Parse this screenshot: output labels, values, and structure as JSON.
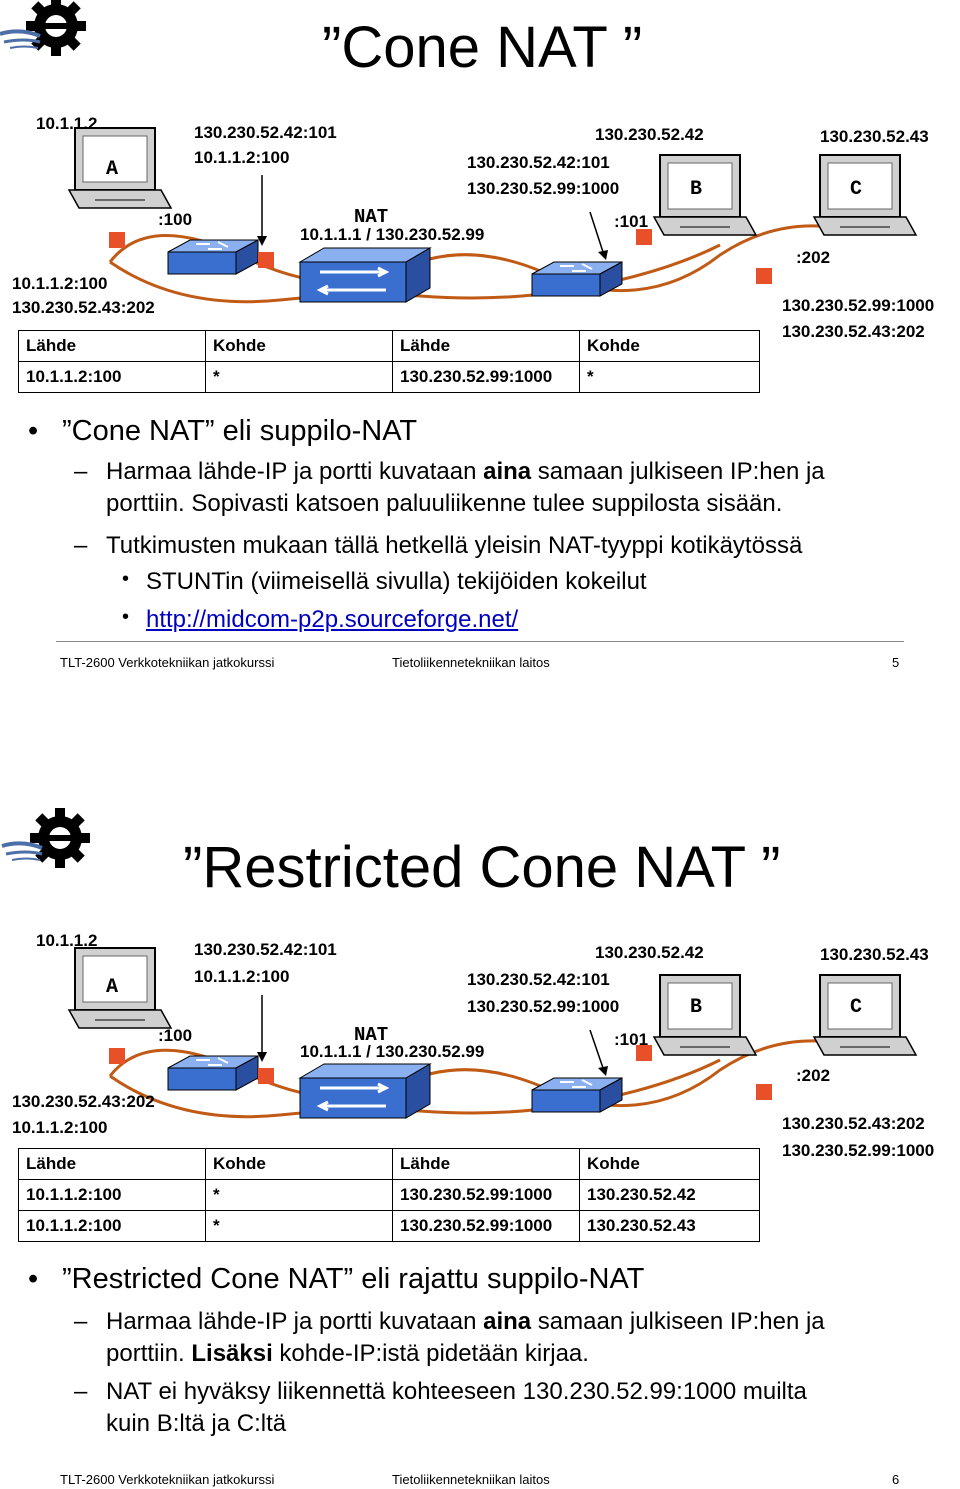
{
  "slides": [
    {
      "title": "Cone NAT",
      "labels": {
        "a_ip": "10.1.1.2",
        "a_pc": "A",
        "a_port": ":100",
        "a_map1": "10.1.1.2:100",
        "a_map2": "130.230.52.43:202",
        "pkt_out1": "130.230.52.42:101",
        "pkt_out2": "10.1.1.2:100",
        "nat_name": "NAT",
        "nat_addr": "10.1.1.1 / 130.230.52.99",
        "pkt_b1": "130.230.52.42:101",
        "pkt_b2": "130.230.52.99:1000",
        "b_ip": "130.230.52.42",
        "b_pc": "B",
        "b_port": ":101",
        "c_ip": "130.230.52.43",
        "c_pc": "C",
        "c_port": ":202",
        "c_map1": "130.230.52.99:1000",
        "c_map2": "130.230.52.43:202"
      },
      "table": {
        "headers": [
          "Lähde",
          "Kohde",
          "Lähde",
          "Kohde"
        ],
        "rows": [
          [
            "10.1.1.2:100",
            "*",
            "130.230.52.99:1000",
            "*"
          ]
        ]
      },
      "bullet": "Cone NAT eli suppilo-NAT",
      "sub1_pre": "Harmaa lähde-IP ja portti kuvataan ",
      "sub1_bold": "aina",
      "sub1_post": " samaan julkiseen IP:hen ja",
      "sub1_line2": "porttiin. Sopivasti katsoen paluuliikenne tulee suppilosta sisään.",
      "sub2": "Tutkimusten mukaan tällä hetkellä yleisin NAT-tyyppi kotikäytössä",
      "subsub1": "STUNTin (viimeisellä sivulla) tekijöiden kokeilut",
      "link": "http://midcom-p2p.sourceforge.net/",
      "footer_left": "TLT-2600 Verkkotekniikan jatkokurssi",
      "footer_mid": "Tietoliikennetekniikan laitos",
      "page": "5"
    },
    {
      "title": "Restricted Cone NAT",
      "labels": {
        "a_ip": "10.1.1.2",
        "a_pc": "A",
        "a_port": ":100",
        "a_map1": "130.230.52.43:202",
        "a_map2": "10.1.1.2:100",
        "pkt_out1": "130.230.52.42:101",
        "pkt_out2": "10.1.1.2:100",
        "nat_name": "NAT",
        "nat_addr": "10.1.1.1 / 130.230.52.99",
        "pkt_b1": "130.230.52.42:101",
        "pkt_b2": "130.230.52.99:1000",
        "b_ip": "130.230.52.42",
        "b_pc": "B",
        "b_port": ":101",
        "c_ip": "130.230.52.43",
        "c_pc": "C",
        "c_port": ":202",
        "c_map1": "130.230.52.43:202",
        "c_map2": "130.230.52.99:1000"
      },
      "table": {
        "headers": [
          "Lähde",
          "Kohde",
          "Lähde",
          "Kohde"
        ],
        "rows": [
          [
            "10.1.1.2:100",
            "*",
            "130.230.52.99:1000",
            "130.230.52.42"
          ],
          [
            "10.1.1.2:100",
            "*",
            "130.230.52.99:1000",
            "130.230.52.43"
          ]
        ]
      },
      "bullet": "Restricted Cone NAT eli rajattu suppilo-NAT",
      "sub1_pre": "Harmaa lähde-IP ja portti kuvataan ",
      "sub1_bold": "aina",
      "sub1_post": " samaan julkiseen IP:hen ja",
      "sub1_line2_pre": "porttiin. ",
      "sub1_line2_bold": "Lisäksi",
      "sub1_line2_post": " kohde-IP:istä pidetään kirjaa.",
      "sub2": "NAT ei hyväksy liikennettä kohteeseen 130.230.52.99:1000 muilta",
      "sub2_line2": "kuin B:ltä ja C:ltä",
      "footer_left": "TLT-2600 Verkkotekniikan jatkokurssi",
      "footer_mid": "Tietoliikennetekniikan laitos",
      "page": "6"
    }
  ],
  "colors": {
    "link_arc": "#c05a14",
    "port_marker": "#e8502a",
    "switch_blue": "#3a6fd0",
    "pc_gray": "#d0d0d0",
    "link": "#0000c0"
  },
  "icons": [
    "university-gear-logo-icon",
    "computer-icon",
    "switch-icon",
    "nat-router-icon"
  ]
}
